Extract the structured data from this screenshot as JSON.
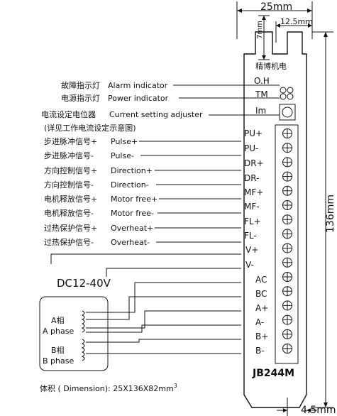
{
  "dimensions": {
    "width_top": "25mm",
    "width_inner": "12.5mm",
    "offset_top": "7mm",
    "height": "136mm",
    "offset_bottom": "4.5mm"
  },
  "brand": "精博机电",
  "model": "JB244M",
  "indicators": [
    {
      "code": "O.H",
      "cn": "故障指示灯",
      "en": "Alarm indicator"
    },
    {
      "code": "TM",
      "cn": "电源指示灯",
      "en": "Power indicator"
    },
    {
      "code": "Im",
      "cn": "电流设定电位器",
      "en": "Current setting adjuster"
    }
  ],
  "note": "(详见工作电流设定示意图)",
  "signals": [
    {
      "code": "PU+",
      "cn": "步进脉冲信号+",
      "en": "Pulse+"
    },
    {
      "code": "PU-",
      "cn": "步进脉冲信号-",
      "en": "Pulse-"
    },
    {
      "code": "DR+",
      "cn": "方向控制信号+",
      "en": "Direction+"
    },
    {
      "code": "DR-",
      "cn": "方向控制信号-",
      "en": "Direction-"
    },
    {
      "code": "MF+",
      "cn": "电机释放信号+",
      "en": "Motor free+"
    },
    {
      "code": "MF-",
      "cn": "电机释放信号-",
      "en": "Motor free-"
    },
    {
      "code": "FL+",
      "cn": "过热保护信号+",
      "en": "Overheat+"
    },
    {
      "code": "FL-",
      "cn": "过热保护信号-",
      "en": "Overheat-"
    }
  ],
  "power": {
    "vplus": "V+",
    "vminus": "V-",
    "label": "DC12-40V"
  },
  "motor_terminals": [
    "AC",
    "BC",
    "A+",
    "A-",
    "B+",
    "B-"
  ],
  "phases": {
    "a_cn": "A相",
    "a_en": "A phase",
    "b_cn": "B相",
    "b_en": "B phase"
  },
  "volume": {
    "label": "体积 ( Dimension): 25X136X82mm",
    "sup": "3"
  }
}
